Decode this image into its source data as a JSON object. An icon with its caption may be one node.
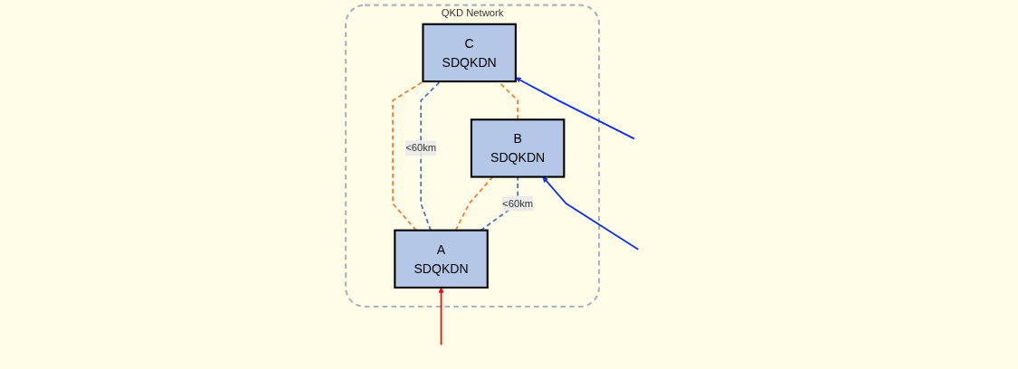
{
  "diagram": {
    "nodes": [
      {
        "text": [
          "QKD Network"
        ]
      },
      {
        "text": [
          "B",
          "SDQKDN"
        ],
        "in": 0
      },
      {
        "text": [
          "C",
          "SDQKDN"
        ],
        "in": 0
      },
      {
        "text": [
          "A",
          "SDQKDN"
        ],
        "in": 0
      }
    ],
    "edges": [
      {
        "from": 1,
        "to": 2,
        "arrow": "none",
        "style": "dashed",
        "color": "#ed7d31"
      },
      {
        "from": 3,
        "to": 1,
        "arrow": "none",
        "style": "dashed",
        "color": "#4472c4",
        "label": "<60km"
      },
      {
        "from": 3,
        "to": 1,
        "arrow": "none",
        "style": "dashed",
        "color": "#ed7d31"
      },
      {
        "from": 3,
        "to": 2,
        "arrow": "none",
        "style": "dashed",
        "color": "#4472c4",
        "label": "<60km"
      },
      {
        "from": 3,
        "to": 2,
        "arrow": "none",
        "style": "dashed",
        "color": "#ed7d31"
      },
      {
        "from": null,
        "to": 1,
        "arrow": "to",
        "color": "#0a2cff"
      },
      {
        "from": null,
        "to": 2,
        "arrow": "to",
        "color": "#0a2cff"
      },
      {
        "from": null,
        "to": 3,
        "arrow": "to",
        "color": "#ff0000"
      }
    ]
  }
}
